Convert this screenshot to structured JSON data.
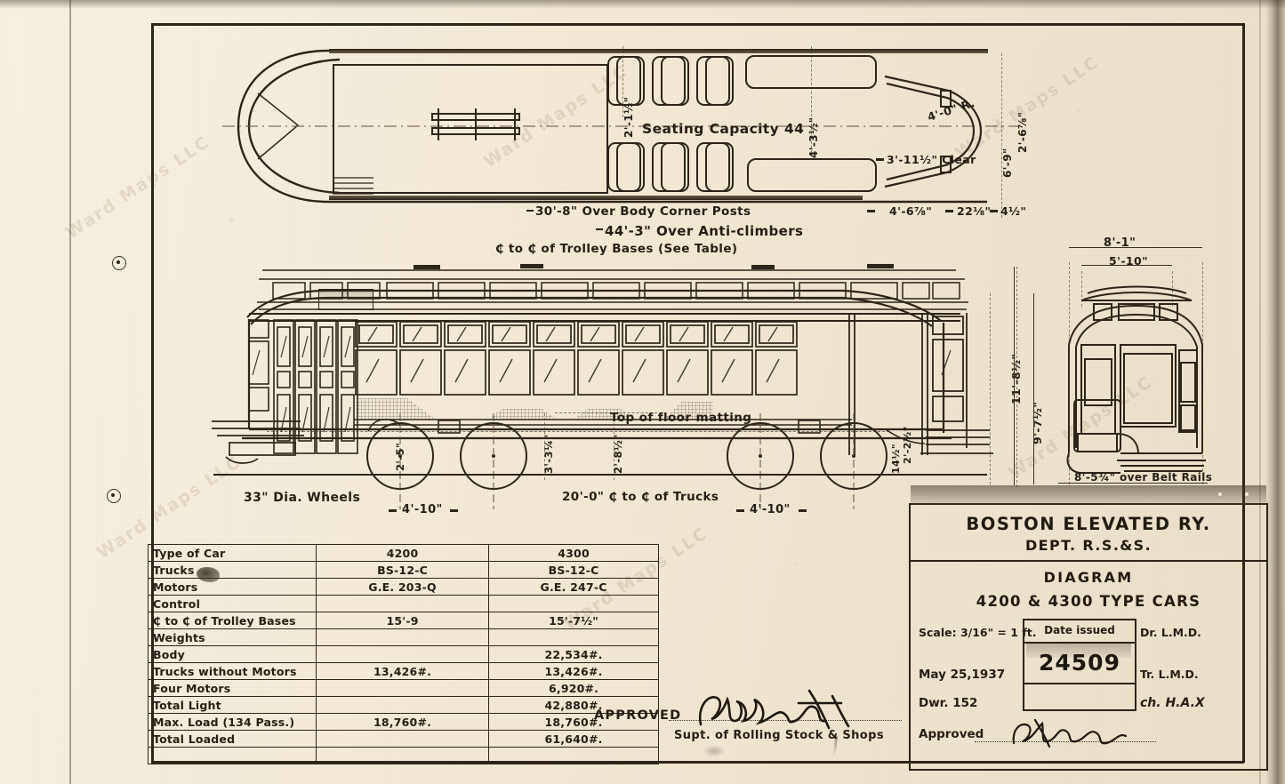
{
  "sheet": {
    "background_color": "#f3ead6",
    "ink_color": "#2c2519"
  },
  "watermarks": [
    "Ward Maps LLC",
    "Ward Maps LLC",
    "Ward Maps LLC",
    "Ward Maps LLC",
    "Ward Maps LLC",
    "Ward Maps LLC"
  ],
  "plan_view": {
    "seating_capacity_label": "Seating Capacity 44",
    "dimensions": {
      "seat_pitch": "2'-1½\"",
      "aisle_to_seat": "4'-3½\"",
      "over_body_corner_posts": "30'-8\" Over Body Corner Posts",
      "over_anti_climbers": "44'-3\" Over Anti-climbers",
      "trolley_bases_note": "₵ to ₵ of Trolley Bases (See Table)",
      "end_radius": "4'-0\" R.",
      "door_clear": "3'-11½\" Clear",
      "platform_a": "4'-6⅞\"",
      "platform_b": "22⅛\"",
      "platform_c": "4½\"",
      "half_width": "2'-6⅞\"",
      "width_overall": "6'-9\""
    }
  },
  "elevation_view": {
    "dimensions": {
      "floor_matting": "Top of floor matting",
      "wheel_dia": "33\" Dia. Wheels",
      "wheelbase": "4'-10\"",
      "wheelbase_right": "4'-10\"",
      "truck_centers": "20'-0\" ₵ to ₵ of Trucks",
      "coupler_height": "2'-5\"",
      "floor_height": "3'-3¼\"",
      "sill_height": "2'-8½\"",
      "step_height": "14½\"",
      "anti_climber_height": "2'-2½\"",
      "overall_height": "11'-8½\"",
      "roof_height": "9'-7½\""
    }
  },
  "section_view": {
    "dimensions": {
      "roof_width": "8'-1\"",
      "monitor_width": "5'-10\"",
      "overall_height": "11'-8½\"",
      "body_height": "9'-7½\"",
      "belt_rail_width": "8'-5¾\" over Belt Rails"
    }
  },
  "spec_table": {
    "headers": [
      "Type of Car",
      "4200",
      "4300"
    ],
    "rows": [
      {
        "label": "Trucks",
        "c4200": "BS-12-C",
        "c4300": "BS-12-C"
      },
      {
        "label": "Motors",
        "c4200": "G.E. 203-Q",
        "c4300": "G.E. 247-C"
      },
      {
        "label": "Control",
        "c4200": "",
        "c4300": ""
      },
      {
        "label": "₵ to ₵ of Trolley Bases",
        "c4200": "15'-9",
        "c4300": "15'-7½\""
      },
      {
        "label": "Weights",
        "c4200": "",
        "c4300": ""
      },
      {
        "label": "Body",
        "c4200": "",
        "c4300": "22,534#."
      },
      {
        "label": "Trucks without Motors",
        "c4200": "13,426#.",
        "c4300": "13,426#."
      },
      {
        "label": "Four Motors",
        "c4200": "",
        "c4300": "6,920#."
      },
      {
        "label": "Total Light",
        "c4200": "",
        "c4300": "42,880#."
      },
      {
        "label": "Max. Load  (134 Pass.)",
        "c4200": "18,760#.",
        "c4300": "18,760#."
      },
      {
        "label": "Total Loaded",
        "c4200": "",
        "c4300": "61,640#."
      },
      {
        "label": "",
        "c4200": "",
        "c4300": ""
      }
    ]
  },
  "approval": {
    "label": "APPROVED",
    "signature": "R.B. Smyth",
    "title": "Supt. of Rolling Stock & Shops"
  },
  "title_block": {
    "company": "BOSTON ELEVATED RY.",
    "department": "DEPT. R.S.&S.",
    "drawing_type": "DIAGRAM",
    "subject": "4200 & 4300 TYPE CARS",
    "scale": "Scale: 3/16\" = 1 ft.",
    "date": "May 25,1937",
    "drawer": "Dwr.  152",
    "date_issued_label": "Date issued",
    "drawing_number": "24509",
    "drawn_by": "Dr. L.M.D.",
    "traced_by": "Tr. L.M.D.",
    "checked_by": "ch. H.A.X",
    "approved_label": "Approved",
    "approved_signature": "E.H. Locke"
  }
}
